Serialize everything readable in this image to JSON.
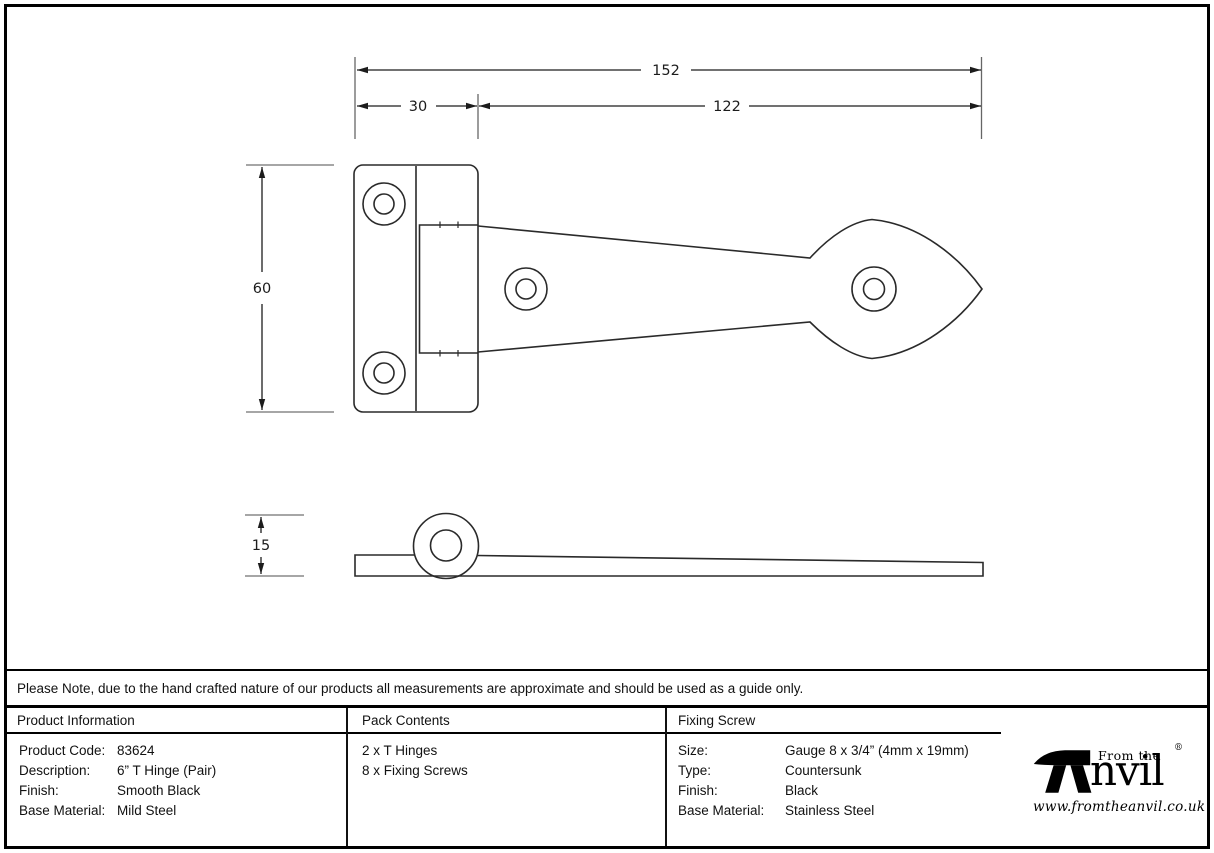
{
  "drawing": {
    "dims": {
      "overall": "152",
      "plate_width": "30",
      "strap_length": "122",
      "plate_height": "60",
      "thickness": "15"
    },
    "colors": {
      "ink": "#1a1a1a",
      "extension_gray": "#999999"
    }
  },
  "note": "Please Note, due to the hand crafted nature of our products all measurements are approximate and should be used as a guide only.",
  "table": {
    "product_information": {
      "title": "Product Information",
      "rows": [
        {
          "label": "Product Code:",
          "value": "83624"
        },
        {
          "label": "Description:",
          "value": "6” T Hinge (Pair)"
        },
        {
          "label": "Finish:",
          "value": "Smooth Black"
        },
        {
          "label": "Base Material:",
          "value": "Mild Steel"
        }
      ]
    },
    "pack_contents": {
      "title": "Pack Contents",
      "items": [
        "2 x T Hinges",
        "8 x Fixing Screws"
      ]
    },
    "fixing_screw": {
      "title": "Fixing Screw",
      "rows": [
        {
          "label": "Size:",
          "value": "Gauge 8 x 3/4” (4mm x 19mm)"
        },
        {
          "label": "Type:",
          "value": "Countersunk"
        },
        {
          "label": "Finish:",
          "value": "Black"
        },
        {
          "label": "Base Material:",
          "value": "Stainless Steel"
        }
      ]
    }
  },
  "logo": {
    "tagline": "From the",
    "brand_suffix": "nvil",
    "registered": "®",
    "diamond": "♦",
    "url": "www.fromtheanvil.co.uk"
  }
}
